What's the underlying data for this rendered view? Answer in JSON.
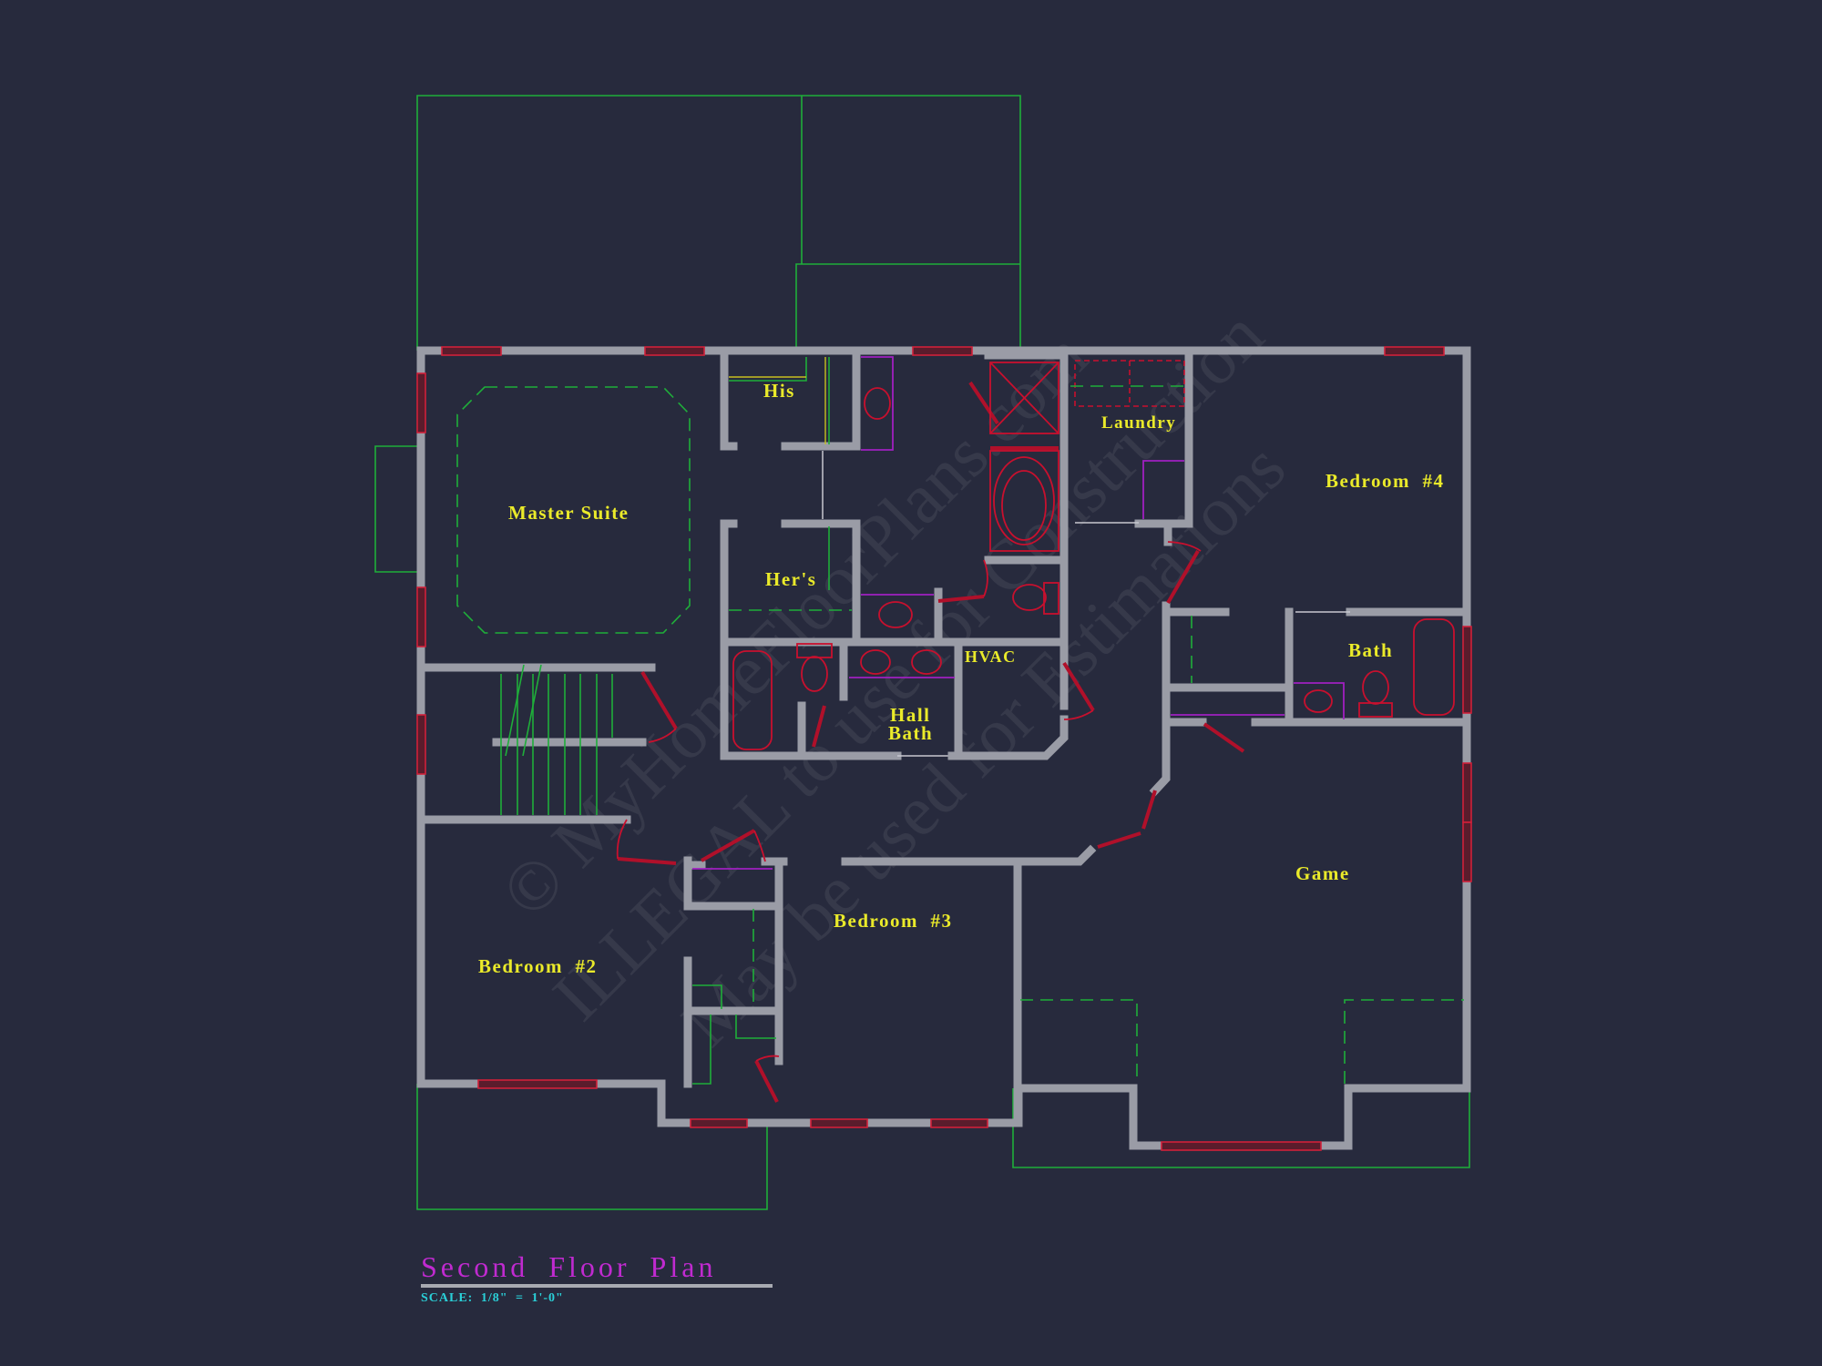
{
  "drawing": {
    "title": "Second Floor Plan",
    "scale": "SCALE:  1/8\"  =  1'-0\"",
    "background_color": "#272a3d",
    "colors": {
      "walls": "#9a9ca6",
      "room_labels": "#eaea2a",
      "windows_fixtures_doors": "#c8102e",
      "roof_outline_stairs_closets": "#1fae3a",
      "cabinets_counters": "#a020c0",
      "title": "#c02ad0",
      "scale_text": "#2ad0d8"
    }
  },
  "rooms": [
    {
      "id": "master-suite",
      "label": "Master Suite"
    },
    {
      "id": "his",
      "label": "His"
    },
    {
      "id": "hers",
      "label": "Her's"
    },
    {
      "id": "laundry",
      "label": "Laundry"
    },
    {
      "id": "bedroom-4",
      "label": "Bedroom  #4"
    },
    {
      "id": "bath",
      "label": "Bath"
    },
    {
      "id": "hvac",
      "label": "HVAC"
    },
    {
      "id": "hall-bath-1",
      "label": "Hall"
    },
    {
      "id": "hall-bath-2",
      "label": "Bath"
    },
    {
      "id": "bedroom-3",
      "label": "Bedroom  #3"
    },
    {
      "id": "bedroom-2",
      "label": "Bedroom  #2"
    },
    {
      "id": "game",
      "label": "Game"
    }
  ],
  "watermark": {
    "line1": "© MyHomeFloorPlans.com",
    "line2": "ILLEGAL to use for Construction",
    "line3": "May be used for Estimations"
  }
}
